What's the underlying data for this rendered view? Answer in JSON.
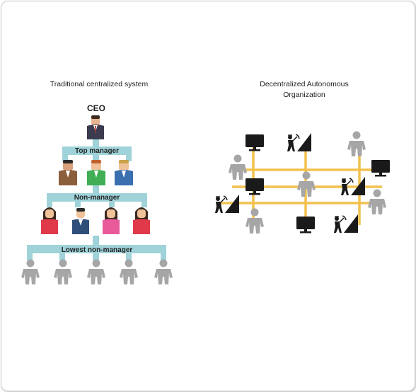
{
  "left": {
    "title": "Traditional centralized system",
    "levels": {
      "ceo": "CEO",
      "top_manager": "Top manager",
      "non_manager": "Non-manager",
      "lowest_non_manager": "Lowest non-manager"
    }
  },
  "right": {
    "title_line1": "Decentralized Autonomous",
    "title_line2": "Organization"
  },
  "colors": {
    "connector": "#9fd3d9",
    "network_line": "#f2c14e",
    "node_gray": "#a6a6a6",
    "monitor": "#1a1a1a"
  }
}
